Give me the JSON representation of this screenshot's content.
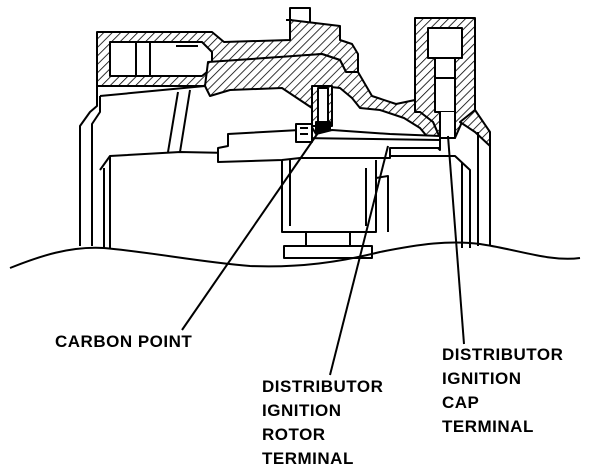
{
  "labels": {
    "carbon_point": [
      "CARBON POINT"
    ],
    "rotor_terminal": [
      "DISTRIBUTOR",
      "IGNITION",
      "ROTOR",
      "TERMINAL"
    ],
    "cap_terminal": [
      "DISTRIBUTOR",
      "IGNITION",
      "CAP",
      "TERMINAL"
    ]
  },
  "colors": {
    "ink": "#000000",
    "paper": "#ffffff"
  }
}
